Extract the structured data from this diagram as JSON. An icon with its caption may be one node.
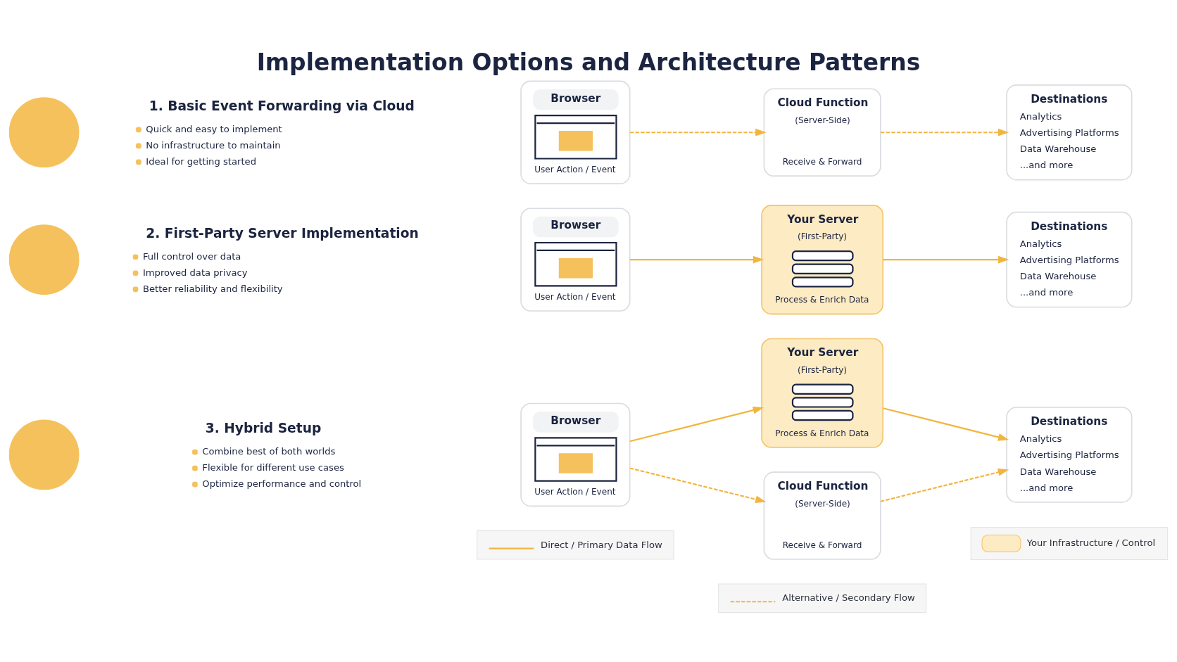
{
  "diagram": {
    "title": "Implementation Options and Architecture Patterns",
    "nodes": [
      {
        "text": [],
        "shape": "circle"
      },
      {
        "text": [
          "Browser",
          "User Action / Event"
        ]
      },
      {
        "text": [
          "Cloud Function",
          "(Server-Side)",
          "Receive & Forward"
        ]
      },
      {
        "text": [
          "Destinations",
          "Analytics",
          "Advertising Platforms",
          "Data Warehouse",
          "...and more"
        ]
      },
      {
        "text": [],
        "shape": "circle"
      },
      {
        "text": [
          "Browser",
          "User Action / Event"
        ]
      },
      {
        "text": [
          "Your Server",
          "(First-Party)",
          "Process & Enrich Data"
        ]
      },
      {
        "text": [
          "Destinations",
          "Analytics",
          "Advertising Platforms",
          "Data Warehouse",
          "...and more"
        ]
      },
      {
        "text": [],
        "shape": "circle"
      },
      {
        "text": [
          "Browser",
          "User Action / Event"
        ]
      },
      {
        "text": [
          "Your Server",
          "(First-Party)",
          "Process & Enrich Data"
        ]
      },
      {
        "text": [
          "Cloud Function",
          "(Server-Side)",
          "Receive & Forward"
        ]
      },
      {
        "text": [
          "Destinations",
          "Analytics",
          "Advertising Platforms",
          "Data Warehouse",
          "...and more"
        ]
      }
    ],
    "edges": [
      {
        "from": 1,
        "to": 2,
        "arrow": "to",
        "style": "dashed"
      },
      {
        "from": 2,
        "to": 3,
        "arrow": "to",
        "style": "dashed"
      },
      {
        "from": 5,
        "to": 6,
        "arrow": "to"
      },
      {
        "from": 6,
        "to": 7,
        "arrow": "to"
      },
      {
        "from": 9,
        "to": 10,
        "arrow": "to"
      },
      {
        "from": 9,
        "to": 11,
        "arrow": "to",
        "style": "dashed"
      },
      {
        "from": 10,
        "to": 12,
        "arrow": "to"
      },
      {
        "from": 11,
        "to": 12,
        "arrow": "to",
        "style": "dashed"
      }
    ],
    "labels": [
      "1. Basic Event Forwarding via Cloud",
      "Quick and easy to implement",
      "No infrastructure to maintain",
      "Ideal for getting started",
      "2. First-Party Server Implementation",
      "Full control over data",
      "Improved data privacy",
      "Better reliability and flexibility",
      "3. Hybrid Setup",
      "Combine best of both worlds",
      "Flexible for different use cases",
      "Optimize performance and control"
    ],
    "legend": [
      {
        "text": "Direct / Primary Data Flow"
      },
      {
        "text": "Alternative / Secondary Flow"
      },
      {
        "text": "Your Infrastructure / Control",
        "color": "#fdebc3"
      }
    ]
  }
}
